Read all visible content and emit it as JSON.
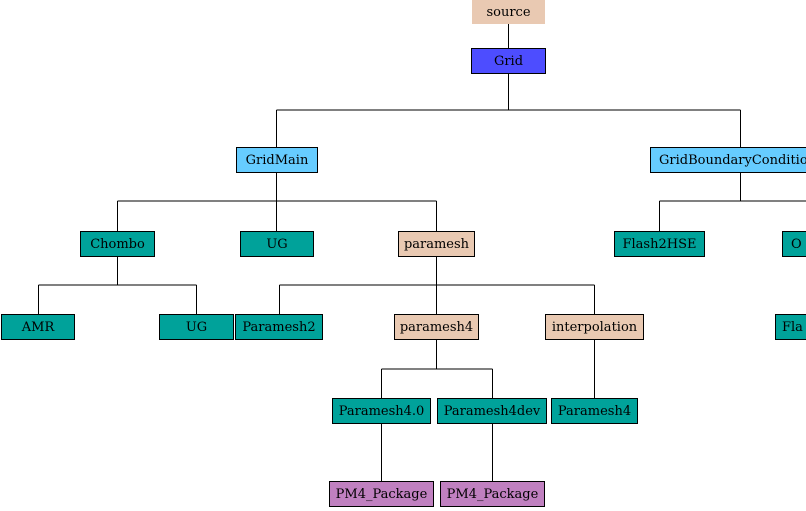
{
  "diagram": {
    "type": "tree",
    "nodes": {
      "source": "source",
      "grid": "Grid",
      "gridmain": "GridMain",
      "gridboundary": "GridBoundaryConditio",
      "chombo": "Chombo",
      "ug": "UG",
      "paramesh": "paramesh",
      "flash2hse": "Flash2HSE",
      "o_partial": "O",
      "amr": "AMR",
      "chombo_ug": "UG",
      "paramesh2": "Paramesh2",
      "paramesh4": "paramesh4",
      "interpolation": "interpolation",
      "fla_partial": "Fla",
      "paramesh40": "Paramesh4.0",
      "paramesh4dev": "Paramesh4dev",
      "interp_paramesh4": "Paramesh4",
      "pm4pkg_a": "PM4_Package",
      "pm4pkg_b": "PM4_Package"
    },
    "colors": {
      "directory": "#e9c9b2",
      "unit": "#4d4dff",
      "subunit": "#66ccff",
      "implementation": "#00a29a",
      "package": "#c080c0"
    }
  }
}
